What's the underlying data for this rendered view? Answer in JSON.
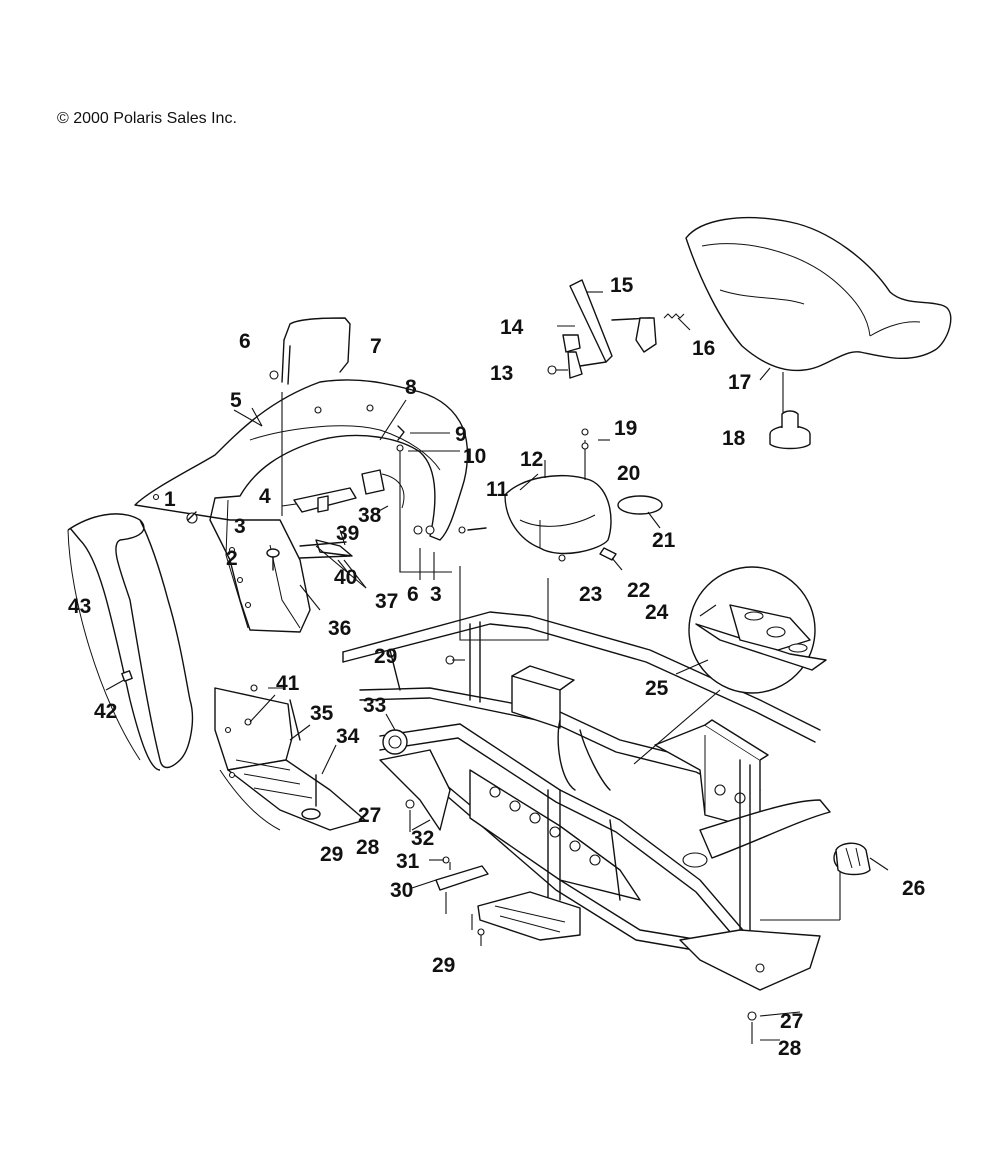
{
  "copyright": "© 2000 Polaris Sales Inc.",
  "callouts": [
    {
      "id": "c1",
      "text": "1"
    },
    {
      "id": "c2",
      "text": "2"
    },
    {
      "id": "c3a",
      "text": "3"
    },
    {
      "id": "c3b",
      "text": "3"
    },
    {
      "id": "c4",
      "text": "4"
    },
    {
      "id": "c5",
      "text": "5"
    },
    {
      "id": "c6a",
      "text": "6"
    },
    {
      "id": "c6b",
      "text": "6"
    },
    {
      "id": "c7",
      "text": "7"
    },
    {
      "id": "c8",
      "text": "8"
    },
    {
      "id": "c9",
      "text": "9"
    },
    {
      "id": "c10",
      "text": "10"
    },
    {
      "id": "c11",
      "text": "11"
    },
    {
      "id": "c12",
      "text": "12"
    },
    {
      "id": "c13",
      "text": "13"
    },
    {
      "id": "c14",
      "text": "14"
    },
    {
      "id": "c15",
      "text": "15"
    },
    {
      "id": "c16",
      "text": "16"
    },
    {
      "id": "c17",
      "text": "17"
    },
    {
      "id": "c18",
      "text": "18"
    },
    {
      "id": "c19",
      "text": "19"
    },
    {
      "id": "c20",
      "text": "20"
    },
    {
      "id": "c21",
      "text": "21"
    },
    {
      "id": "c22",
      "text": "22"
    },
    {
      "id": "c23",
      "text": "23"
    },
    {
      "id": "c24",
      "text": "24"
    },
    {
      "id": "c25",
      "text": "25"
    },
    {
      "id": "c26",
      "text": "26"
    },
    {
      "id": "c27a",
      "text": "27"
    },
    {
      "id": "c27b",
      "text": "27"
    },
    {
      "id": "c28a",
      "text": "28"
    },
    {
      "id": "c28b",
      "text": "28"
    },
    {
      "id": "c29a",
      "text": "29"
    },
    {
      "id": "c29b",
      "text": "29"
    },
    {
      "id": "c29c",
      "text": "29"
    },
    {
      "id": "c30",
      "text": "30"
    },
    {
      "id": "c31",
      "text": "31"
    },
    {
      "id": "c32",
      "text": "32"
    },
    {
      "id": "c33",
      "text": "33"
    },
    {
      "id": "c34",
      "text": "34"
    },
    {
      "id": "c35",
      "text": "35"
    },
    {
      "id": "c36",
      "text": "36"
    },
    {
      "id": "c37",
      "text": "37"
    },
    {
      "id": "c38",
      "text": "38"
    },
    {
      "id": "c39",
      "text": "39"
    },
    {
      "id": "c40",
      "text": "40"
    },
    {
      "id": "c41",
      "text": "41"
    },
    {
      "id": "c42",
      "text": "42"
    },
    {
      "id": "c43",
      "text": "43"
    }
  ]
}
